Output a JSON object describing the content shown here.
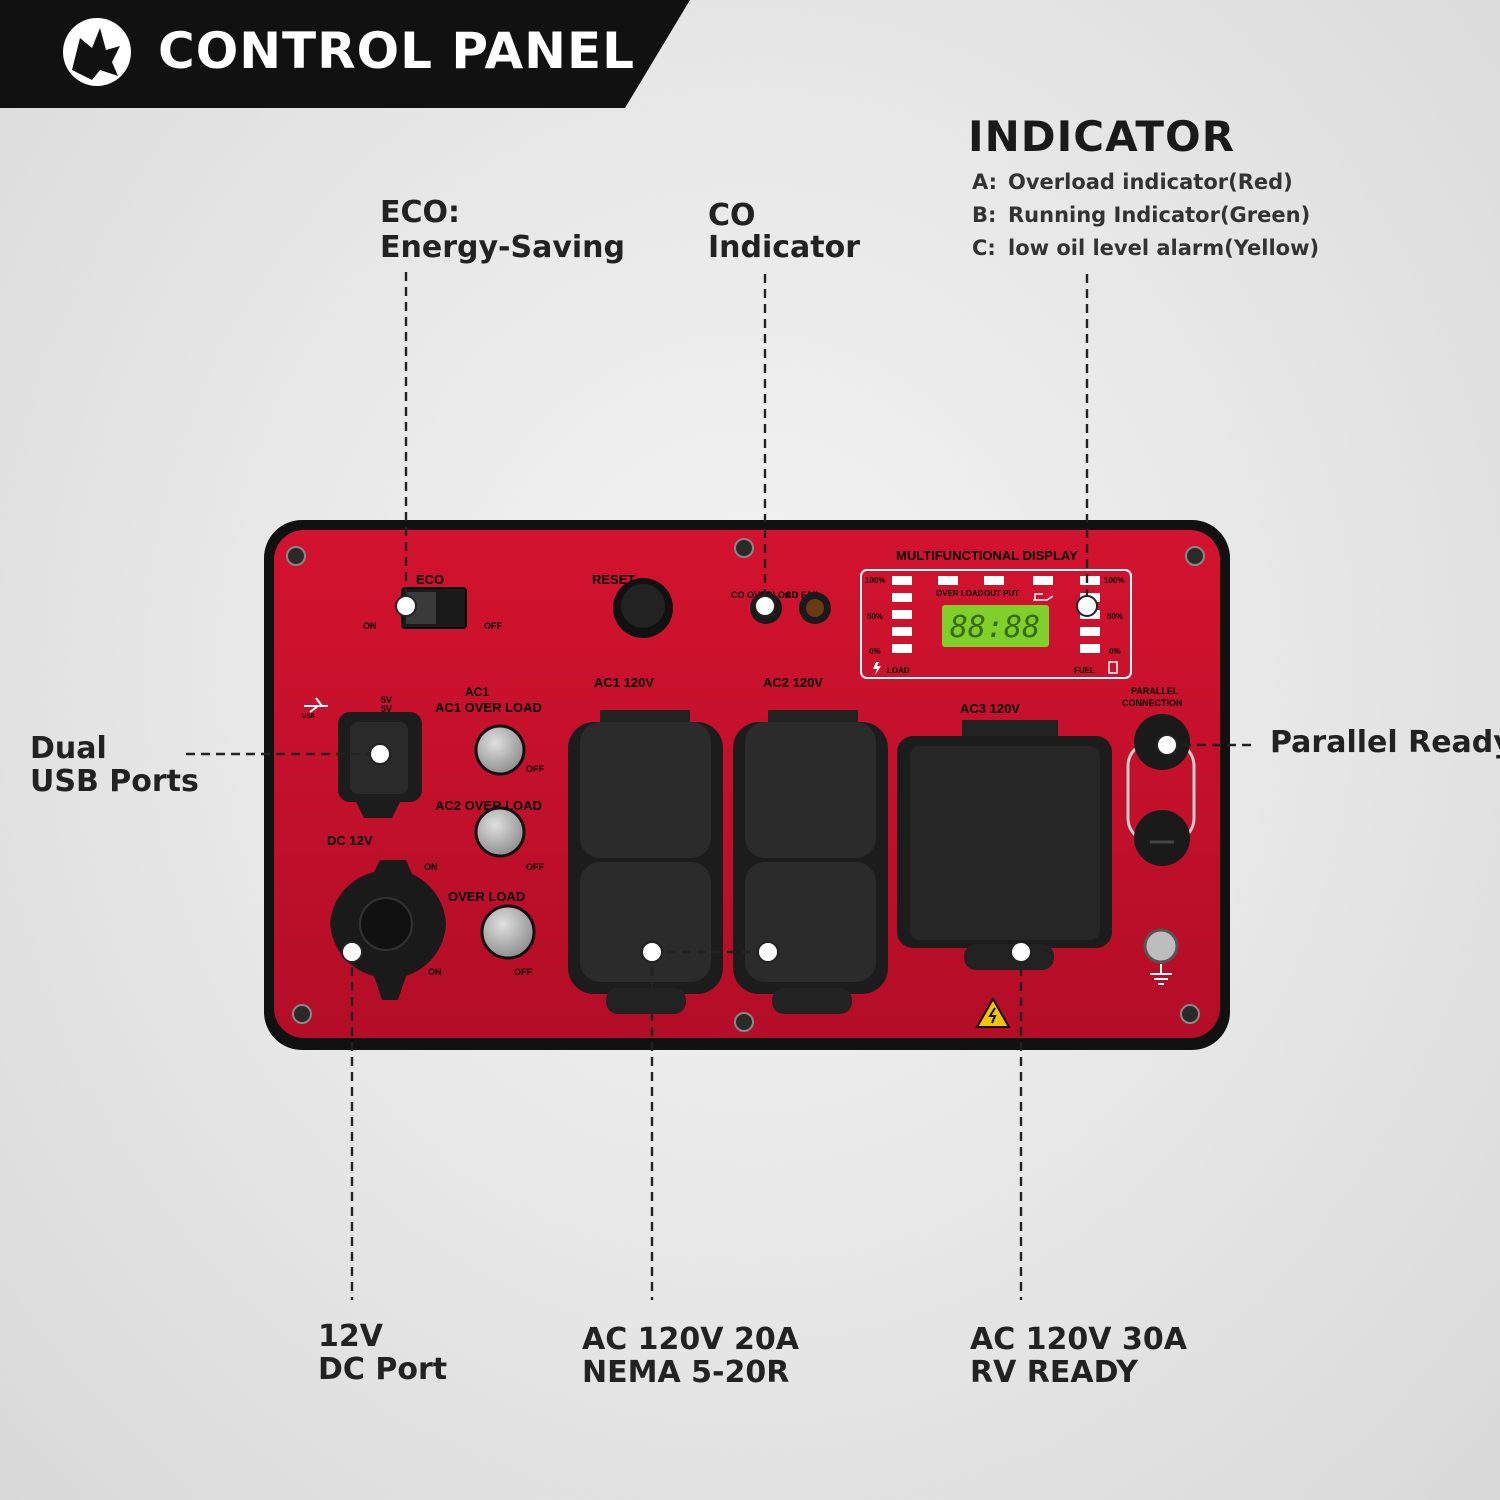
{
  "header": {
    "title": "CONTROL PANEL",
    "logo_icon": "wolf-head-icon"
  },
  "callouts": {
    "eco": {
      "line1": "ECO:",
      "line2": "Energy-Saving"
    },
    "co": {
      "line1": "CO",
      "line2": "Indicator"
    },
    "usb": {
      "line1": "Dual",
      "line2": "USB Ports"
    },
    "parallel": {
      "line1": "Parallel Ready"
    },
    "dc": {
      "line1": "12V",
      "line2": "DC Port"
    },
    "ac20": {
      "line1": "AC 120V 20A",
      "line2": "NEMA 5-20R"
    },
    "ac30": {
      "line1": "AC 120V 30A",
      "line2": "RV READY"
    }
  },
  "indicator": {
    "title": "INDICATOR",
    "items": [
      {
        "key": "A:",
        "text": "Overload indicator(Red)"
      },
      {
        "key": "B:",
        "text": "Running Indicator(Green)"
      },
      {
        "key": "C:",
        "text": "low oil level alarm(Yellow)"
      }
    ]
  },
  "panel": {
    "eco_label": "ECO",
    "eco_on": "ON",
    "eco_off": "OFF",
    "reset_label": "RESET",
    "co_overload": "CO OVERLOAD",
    "co_fail": "CO FAIL",
    "display_title": "MULTIFUNCTIONAL DISPLAY",
    "display_digits": "88:88",
    "display_load": "LOAD",
    "display_fuel": "FUEL",
    "display_overload": "OVER LOAD",
    "display_output": "OUT PUT",
    "pct_100": "100%",
    "pct_50": "50%",
    "pct_0": "0%",
    "usb_label": "USB",
    "usb_5v_a": "5V",
    "usb_5v_b": "5V",
    "ac1_overload": "AC1 OVER LOAD",
    "ac2_overload": "AC2 OVER LOAD",
    "dc_overload": "OVER LOAD",
    "dc_label": "DC 12V",
    "ac1_label": "AC1 120V",
    "ac2_label": "AC2 120V",
    "ac3_label": "AC3 120V",
    "parallel_label_1": "PARALLEL",
    "parallel_label_2": "CONNECTION",
    "on": "ON",
    "off": "OFF"
  },
  "colors": {
    "panel_red": "#c8102e",
    "panel_frame": "#111111",
    "header_bg": "#111111",
    "lcd_green": "#7fd12a"
  }
}
